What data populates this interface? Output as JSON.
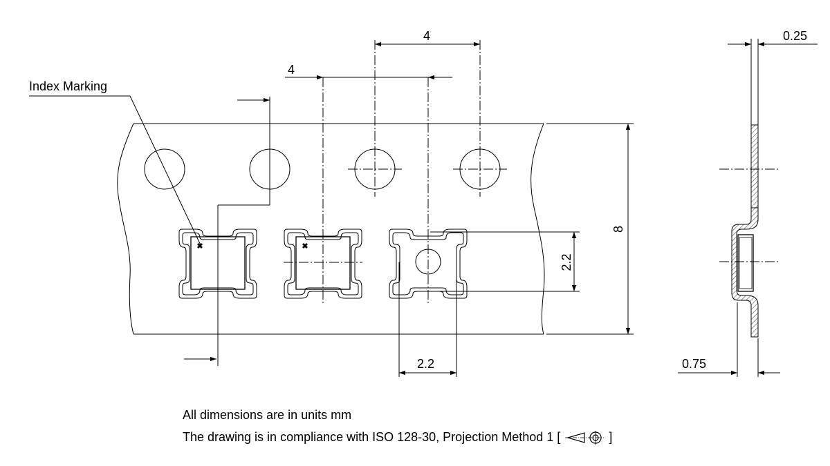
{
  "labels": {
    "index_marking": "Index Marking",
    "pitch_sprocket": "4",
    "pitch_pocket": "4",
    "tape_width": "8",
    "thickness": "0.25",
    "pocket_depth": "0.75",
    "pocket_height": "2.2",
    "pocket_width": "2.2"
  },
  "notes": {
    "line1": "All dimensions are in units mm",
    "line2_prefix": "The drawing is in compliance with ISO 128-30, Projection Method 1 [",
    "line2_suffix": "]"
  },
  "icons": {
    "projection_symbol": "first-angle-projection-icon"
  }
}
